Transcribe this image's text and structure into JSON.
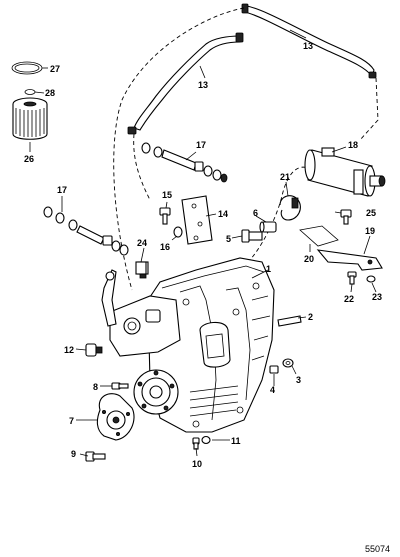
{
  "figure_id": "55074",
  "callouts": [
    "1",
    "2",
    "3",
    "4",
    "5",
    "6",
    "7",
    "8",
    "9",
    "10",
    "11",
    "12",
    "13",
    "13",
    "14",
    "15",
    "16",
    "17",
    "17",
    "18",
    "19",
    "20",
    "21",
    "22",
    "23",
    "24",
    "25",
    "26",
    "27",
    "28"
  ]
}
